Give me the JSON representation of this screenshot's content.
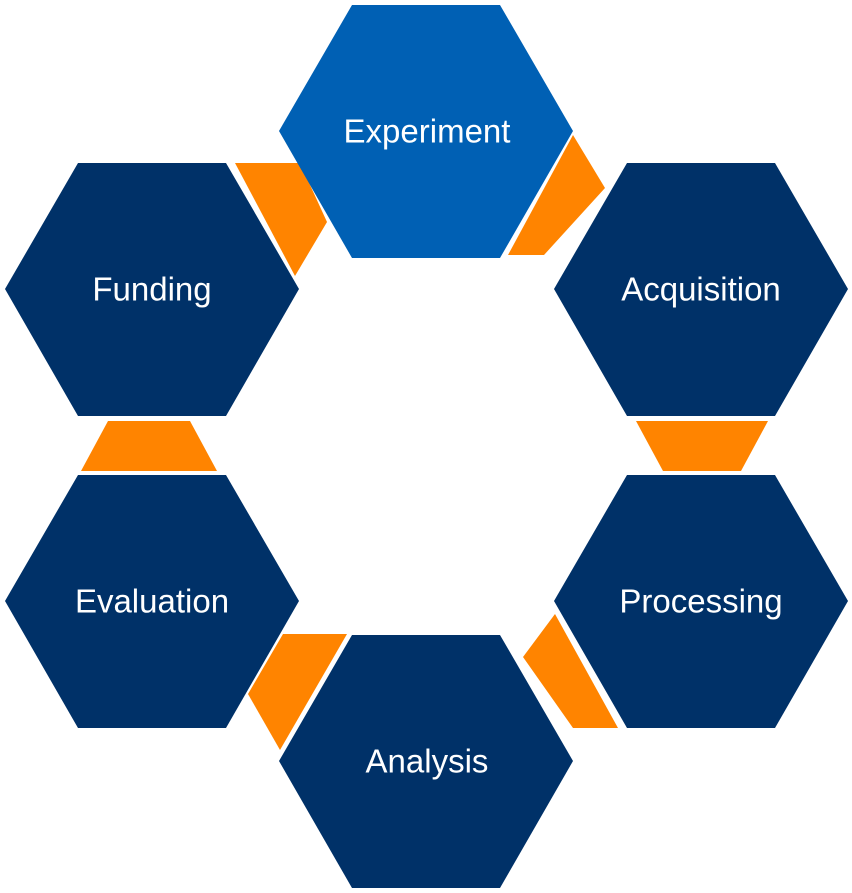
{
  "colors": {
    "highlight_node": "#0060B4",
    "node": "#003168",
    "connector": "#FF8400",
    "text": "#FFFFFF",
    "background": "#FFFFFF"
  },
  "nodes": [
    {
      "id": "experiment",
      "label": "Experiment",
      "highlighted": true
    },
    {
      "id": "acquisition",
      "label": "Acquisition",
      "highlighted": false
    },
    {
      "id": "processing",
      "label": "Processing",
      "highlighted": false
    },
    {
      "id": "analysis",
      "label": "Analysis",
      "highlighted": false
    },
    {
      "id": "evaluation",
      "label": "Evaluation",
      "highlighted": false
    },
    {
      "id": "funding",
      "label": "Funding",
      "highlighted": false
    }
  ],
  "connectors": [
    {
      "from": "experiment",
      "to": "acquisition"
    },
    {
      "from": "acquisition",
      "to": "processing"
    },
    {
      "from": "processing",
      "to": "analysis"
    },
    {
      "from": "analysis",
      "to": "evaluation"
    },
    {
      "from": "evaluation",
      "to": "funding"
    },
    {
      "from": "funding",
      "to": "experiment"
    }
  ]
}
